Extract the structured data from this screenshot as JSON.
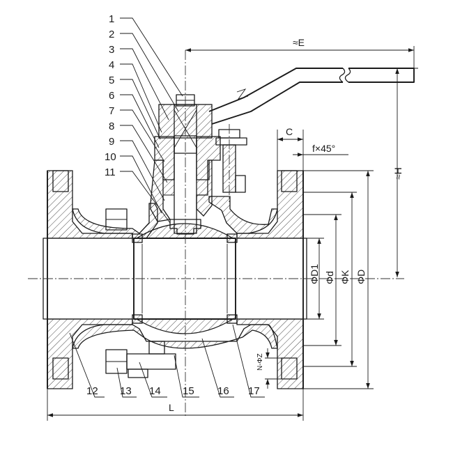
{
  "callouts_top": [
    "1",
    "2",
    "3",
    "4",
    "5",
    "6",
    "7",
    "8",
    "9",
    "10",
    "11"
  ],
  "callouts_bottom": [
    "12",
    "13",
    "14",
    "15",
    "16",
    "17"
  ],
  "dimensions": {
    "E": "≈E",
    "H": "≈H",
    "C": "C",
    "chamfer": "f×45°",
    "D1": "ΦD1",
    "d": "Φd",
    "K": "ΦK",
    "D": "ΦD",
    "bolt_holes": "N-ΦZ",
    "L": "L"
  },
  "colors": {
    "line": "#1a1a1a",
    "background": "#ffffff"
  }
}
